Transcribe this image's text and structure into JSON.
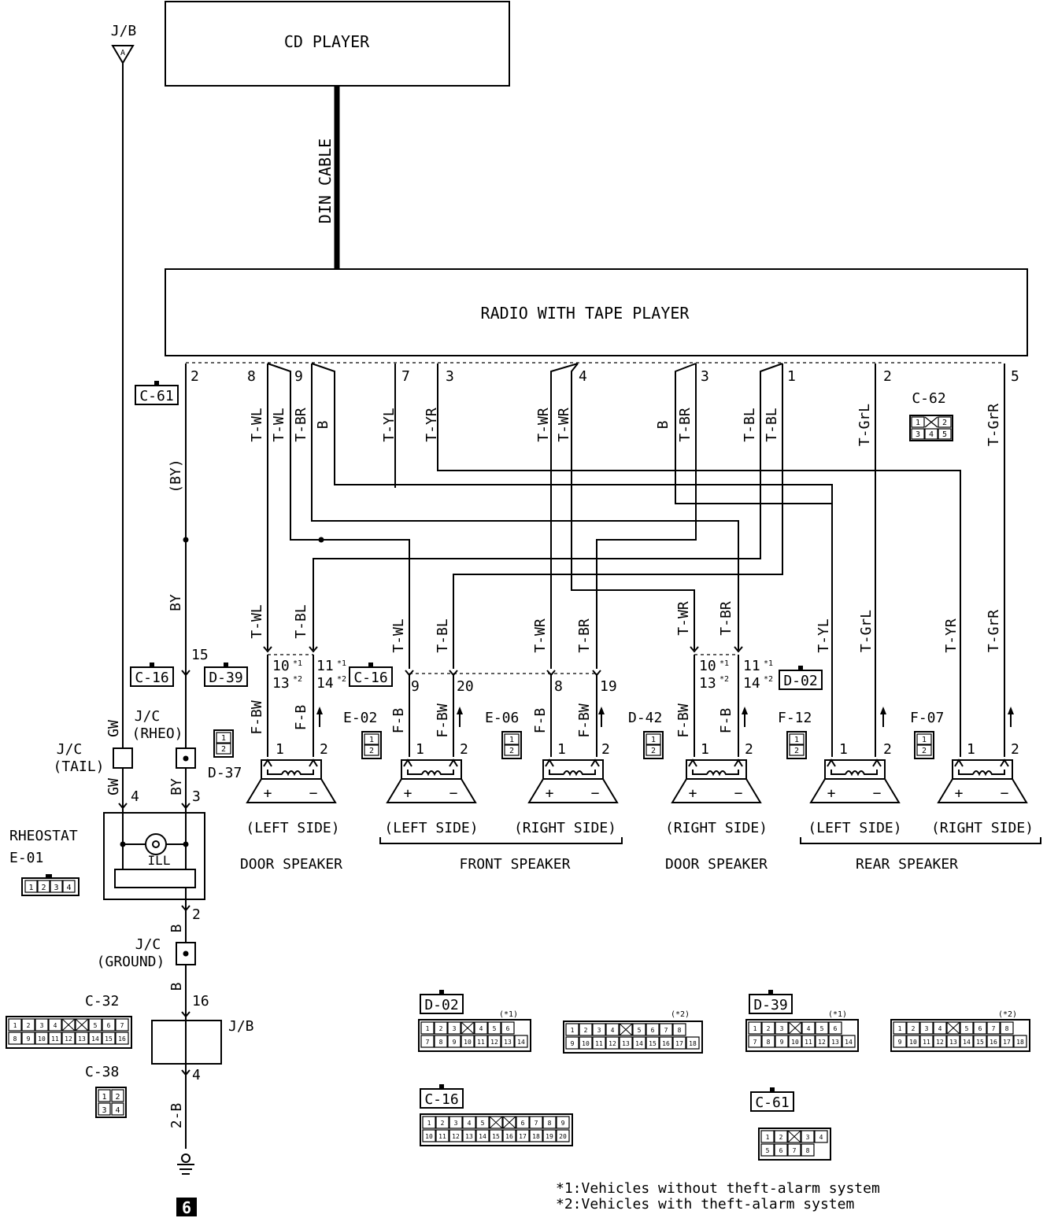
{
  "components": {
    "cd_player": "CD PLAYER",
    "din_cable": "DIN CABLE",
    "radio": "RADIO WITH TAPE PLAYER",
    "jb_top": "J/B",
    "jb_top_pin": "A",
    "rheostat": "RHEOSTAT",
    "rheostat_id": "E-01",
    "ill": "ILL",
    "jc_tail_1": "J/C",
    "jc_tail_2": "(TAIL)",
    "jc_rheo_1": "J/C",
    "jc_rheo_2": "(RHEO)",
    "jc_ground_1": "J/C",
    "jc_ground_2": "(GROUND)",
    "jb_bottom": "J/B",
    "ground_num": "6"
  },
  "wires": {
    "gw1": "GW",
    "gw2": "GW",
    "by_paren": "(BY)",
    "by": "BY",
    "by2": "BY",
    "b1": "B",
    "b2": "B",
    "two_b": "2-B",
    "radio_pins": [
      "2",
      "8",
      "9",
      "7",
      "3",
      "4",
      "3",
      "1",
      "2",
      "5"
    ],
    "radio_wire_labels": [
      "T-WL",
      "T-WL",
      "T-BR",
      "B",
      "T-YL",
      "T-YR",
      "T-WR",
      "T-WR",
      "B",
      "T-BR",
      "T-BL",
      "T-BL",
      "T-GrL",
      "T-GrR"
    ],
    "speaker_wire_labels": [
      "T-WL",
      "T-BL",
      "T-WL",
      "T-BL",
      "T-WR",
      "T-BR",
      "T-WR",
      "T-BR",
      "T-YL",
      "T-GrL",
      "T-YR",
      "T-GrR"
    ],
    "lower_wire_labels": [
      "F-BW",
      "F-B",
      "F-B",
      "F-BW",
      "F-B",
      "F-BW",
      "F-BW",
      "F-B"
    ]
  },
  "pins": {
    "jct_pins": [
      "10",
      "13",
      "11",
      "14",
      "9",
      "20",
      "8",
      "19",
      "10",
      "13",
      "11",
      "14"
    ],
    "spk_pins": [
      "1",
      "2",
      "1",
      "2",
      "1",
      "2",
      "1",
      "2",
      "1",
      "2",
      "1",
      "2"
    ],
    "misc_pins": [
      "15",
      "4",
      "3",
      "2",
      "16",
      "4"
    ],
    "note_marks": [
      "*1",
      "*2",
      "*1",
      "*2",
      "*1",
      "*2",
      "*1",
      "*2"
    ]
  },
  "connectors": {
    "c61": "C-61",
    "c62": "C-62",
    "c16": "C-16",
    "d39": "D-39",
    "d02": "D-02",
    "d37": "D-37",
    "e02": "E-02",
    "e06": "E-06",
    "d42": "D-42",
    "f12": "F-12",
    "f07": "F-07",
    "c32": "C-32",
    "c38": "C-38",
    "two_pin_cells": [
      "1",
      "2"
    ],
    "c62_cells": [
      "1",
      "2",
      "3",
      "4",
      "5"
    ],
    "e01_cells": [
      "1",
      "2",
      "3",
      "4"
    ],
    "c38_cells": [
      "1",
      "2",
      "3",
      "4"
    ],
    "c32_cells": [
      "1",
      "2",
      "3",
      "4",
      "5",
      "6",
      "7",
      "8",
      "9",
      "10",
      "11",
      "12",
      "13",
      "14",
      "15",
      "16"
    ],
    "d02_label": "D-02",
    "d02_a_note": "(*1)",
    "d02_b_note": "(*2)",
    "d39_label": "D-39",
    "d39_a_note": "(*1)",
    "d39_b_note": "(*2)",
    "c16_label": "C-16",
    "c61_label": "C-61",
    "cells14": [
      "1",
      "2",
      "3",
      "4",
      "5",
      "6",
      "7",
      "8",
      "9",
      "10",
      "11",
      "12",
      "13",
      "14"
    ],
    "cells16": [
      "1",
      "2",
      "3",
      "4",
      "5",
      "6",
      "7",
      "8",
      "9",
      "10",
      "11",
      "12",
      "13",
      "14",
      "15",
      "16",
      "17",
      "18"
    ],
    "cells20": [
      "1",
      "2",
      "3",
      "4",
      "5",
      "6",
      "7",
      "8",
      "9",
      "10",
      "11",
      "12",
      "13",
      "14",
      "15",
      "16",
      "17",
      "18",
      "19",
      "20"
    ],
    "c61_cells": [
      "1",
      "2",
      "3",
      "4",
      "5",
      "6",
      "7",
      "8"
    ]
  },
  "speakers": {
    "plus": "+",
    "minus": "−",
    "left_side": "(LEFT SIDE)",
    "right_side": "(RIGHT SIDE)",
    "door_speaker": "DOOR SPEAKER",
    "front_speaker": "FRONT SPEAKER",
    "rear_speaker": "REAR SPEAKER"
  },
  "notes": {
    "note1": "*1:Vehicles without theft-alarm system",
    "note2": "*2:Vehicles with theft-alarm system"
  }
}
